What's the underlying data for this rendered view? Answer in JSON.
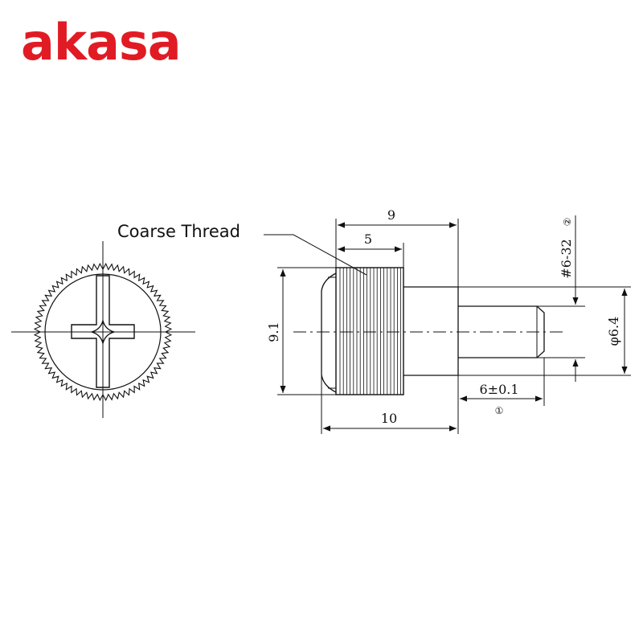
{
  "brand": {
    "name": "akasa",
    "color": "#e01b24"
  },
  "callout": {
    "label": "Coarse Thread"
  },
  "dimensions": {
    "head_length": "9",
    "knurl_length": "5",
    "total_length": "10",
    "head_diameter": "9.1",
    "thread_spec": "#6-32",
    "thread_note_mark": "②",
    "shaft_diameter": "φ6.4",
    "shaft_length": "6±0.1",
    "shaft_note_mark": "①"
  },
  "colors": {
    "line": "#111111",
    "background": "#ffffff"
  }
}
